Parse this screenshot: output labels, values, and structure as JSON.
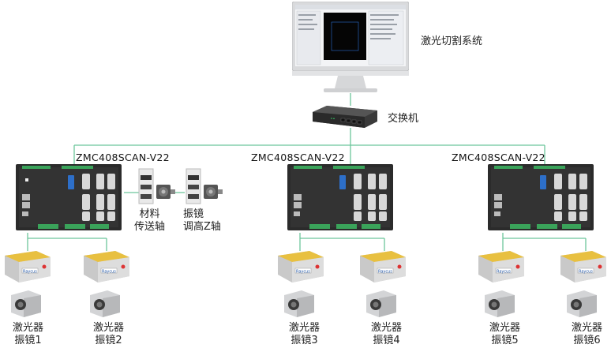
{
  "labels": {
    "system": "激光切割系统",
    "switch": "交换机",
    "controllers": [
      "ZMC408SCAN-V22",
      "ZMC408SCAN-V22",
      "ZMC408SCAN-V22"
    ],
    "servo_material": [
      "材料",
      "传送轴"
    ],
    "servo_galvo": [
      "振镜",
      "调高Z轴"
    ],
    "lasers": [
      [
        "激光器",
        "振镜1"
      ],
      [
        "激光器",
        "振镜2"
      ],
      [
        "激光器",
        "振镜3"
      ],
      [
        "激光器",
        "振镜4"
      ],
      [
        "激光器",
        "振镜5"
      ],
      [
        "激光器",
        "振镜6"
      ]
    ],
    "laser_brand": "Raycus"
  },
  "colors": {
    "link_line": "#6cc59c",
    "device_dark": "#2b2b2b",
    "terminal_green": "#3aa35a"
  }
}
